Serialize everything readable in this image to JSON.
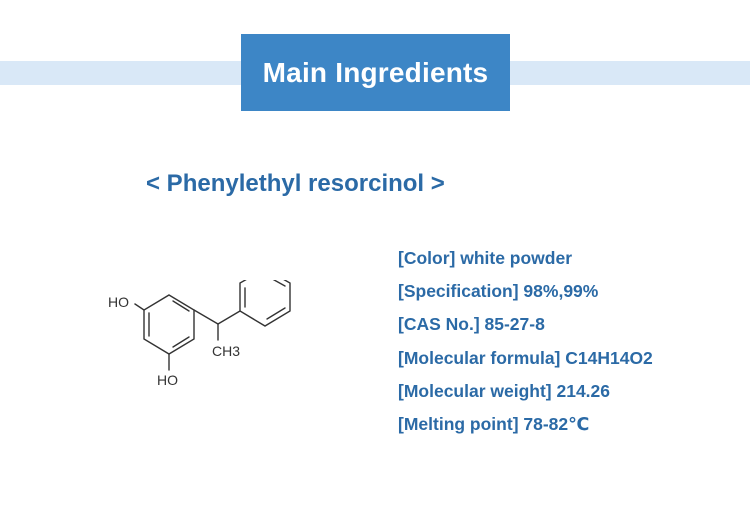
{
  "header": {
    "title": "Main Ingredients"
  },
  "product": {
    "name": "< Phenylethyl resorcinol >"
  },
  "structure": {
    "label_ho_top": "HO",
    "label_ho_bottom": "HO",
    "label_ch3": "CH3"
  },
  "properties": [
    {
      "label": "[Color] white powder"
    },
    {
      "label": "[Specification] 98%,99%"
    },
    {
      "label": "[CAS No.] 85-27-8"
    },
    {
      "label": "[Molecular formula] C14H14O2"
    },
    {
      "label": "[Molecular weight] 214.26"
    },
    {
      "label": "[Melting point] 78-82℃"
    }
  ],
  "colors": {
    "accent": "#3d86c6",
    "band": "#d9e8f7",
    "text": "#2b6aa6"
  }
}
